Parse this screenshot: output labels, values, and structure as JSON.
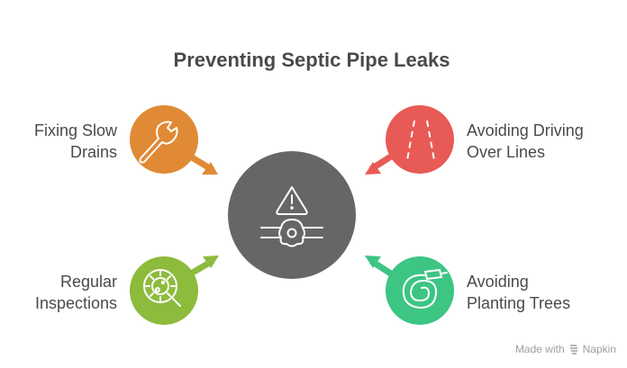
{
  "title": "Preventing Septic Pipe Leaks",
  "center": {
    "icon": "pipe-leak-warning-icon",
    "color": "#666666"
  },
  "items": [
    {
      "label_line1": "Fixing Slow",
      "label_line2": "Drains",
      "icon": "wrench-icon",
      "color": "#e08a35",
      "position": "top-left"
    },
    {
      "label_line1": "Avoiding Driving",
      "label_line2": "Over Lines",
      "icon": "road-icon",
      "color": "#e85a55",
      "position": "top-right"
    },
    {
      "label_line1": "Regular",
      "label_line2": "Inspections",
      "icon": "magnify-germ-icon",
      "color": "#8dbb3c",
      "position": "bottom-left"
    },
    {
      "label_line1": "Avoiding",
      "label_line2": "Planting Trees",
      "icon": "hose-icon",
      "color": "#3cc583",
      "position": "bottom-right"
    }
  ],
  "footer": {
    "made_with": "Made with",
    "brand": "Napkin"
  }
}
